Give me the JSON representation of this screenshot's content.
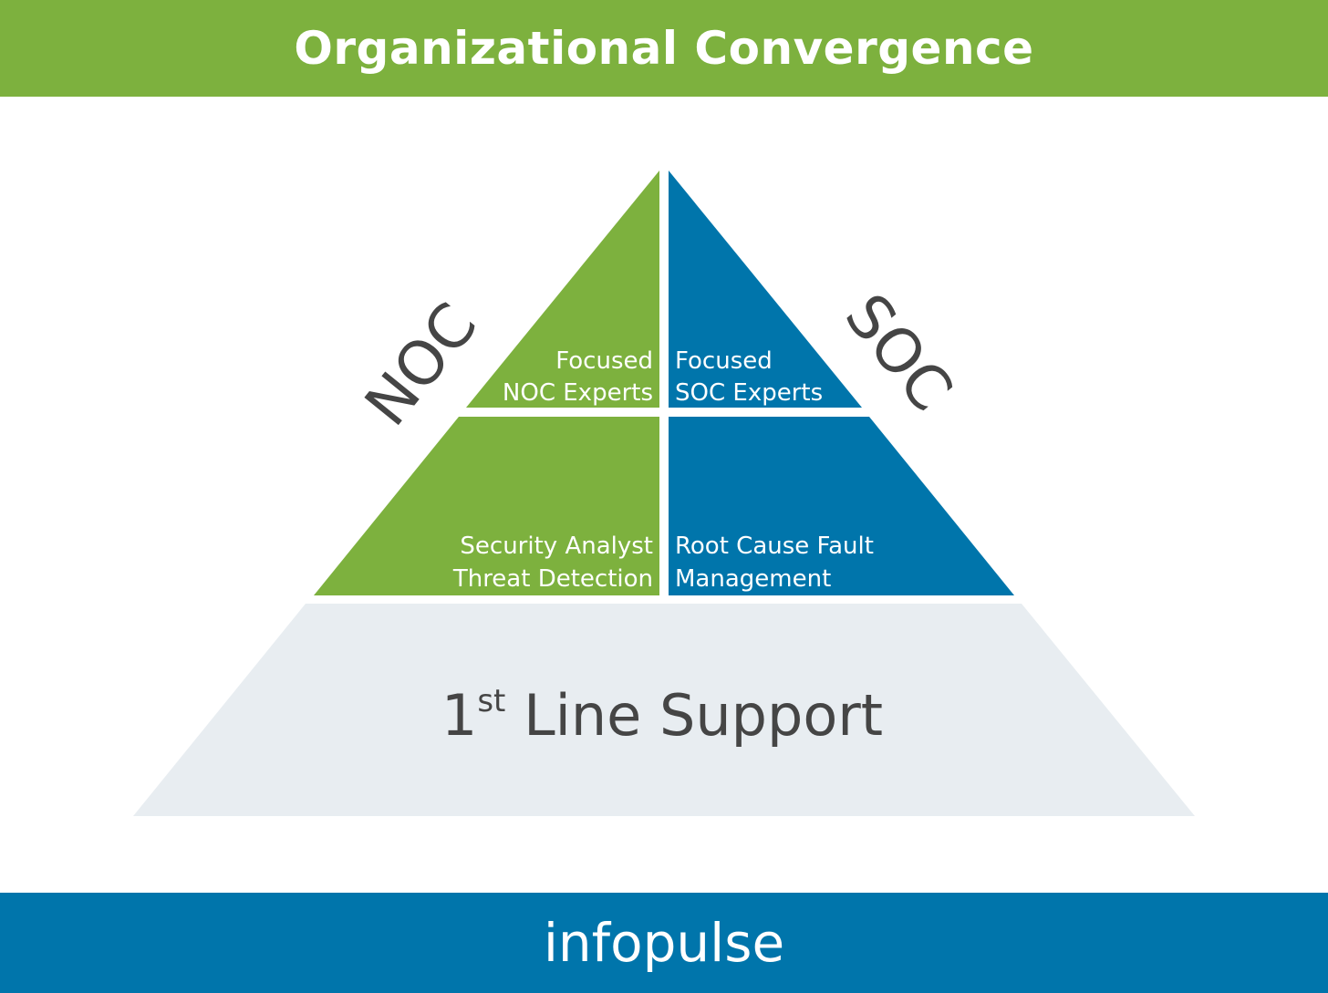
{
  "header": {
    "title": "Organizational Convergence"
  },
  "pyramid": {
    "left_side_label": "NOC",
    "right_side_label": "SOC",
    "top_left": {
      "line1": "Focused",
      "line2": "NOC Experts"
    },
    "top_right": {
      "line1": "Focused",
      "line2": "SOC Experts"
    },
    "middle_left": {
      "line1": "Security Analyst",
      "line2": "Threat Detection"
    },
    "middle_right": {
      "line1": "Root Cause Fault",
      "line2": "Management"
    },
    "base": {
      "number": "1",
      "superscript": "st",
      "text": " Line Support"
    }
  },
  "footer": {
    "logo_text": "infopulse"
  },
  "colors": {
    "green": "#7db13e",
    "blue": "#0075ab",
    "base_gray": "#e8edf1",
    "text_dark": "#454545",
    "white": "#ffffff"
  }
}
